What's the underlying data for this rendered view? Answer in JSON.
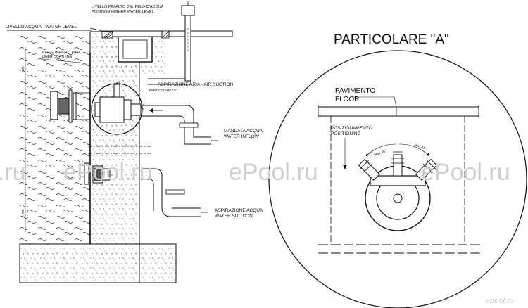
{
  "labels": {
    "higher_level_it": "LIVELLO PIU ALTO DEL PELO D'ACQUA",
    "higher_level_en": "POSITION HIGHER WATER LEVEL",
    "water_level": "LIVELLO ACQUA - WATER LEVEL",
    "liner_it": "RIVESTIMENTO LINER",
    "liner_en": "LINER COATHING",
    "air_suction": "ASPIRAZIONE ARIA - AIR SUCTION",
    "detail_ref": "PARTICOLARE \"A\"",
    "inflow_it": "MANDATA ACQUA",
    "inflow_en": "WATER INFLOW",
    "suction_it": "ASPIRAZIONE ACQUA",
    "suction_en": "WATER SUCTION",
    "detail_title": "PARTICOLARE \"A\"",
    "floor_it": "PAVIMENTO",
    "floor_en": "FLOOR",
    "positioning_it": "POSIZIONAMENTO",
    "positioning_en": "POSITIONING",
    "max_left": "Max 45°",
    "max_right": "Max 45°",
    "dim_top": "300",
    "dim_bottom": "300",
    "watermark_1": "ePool.ru",
    "watermark_2": "ePool.ru",
    "watermark_3": "ePool.ru",
    "watermark_4": "ePool.ru",
    "logo": "epool.ru"
  },
  "colors": {
    "line": "#111111",
    "watermark": "#cfcfcf",
    "concrete_dot": "#555555"
  }
}
